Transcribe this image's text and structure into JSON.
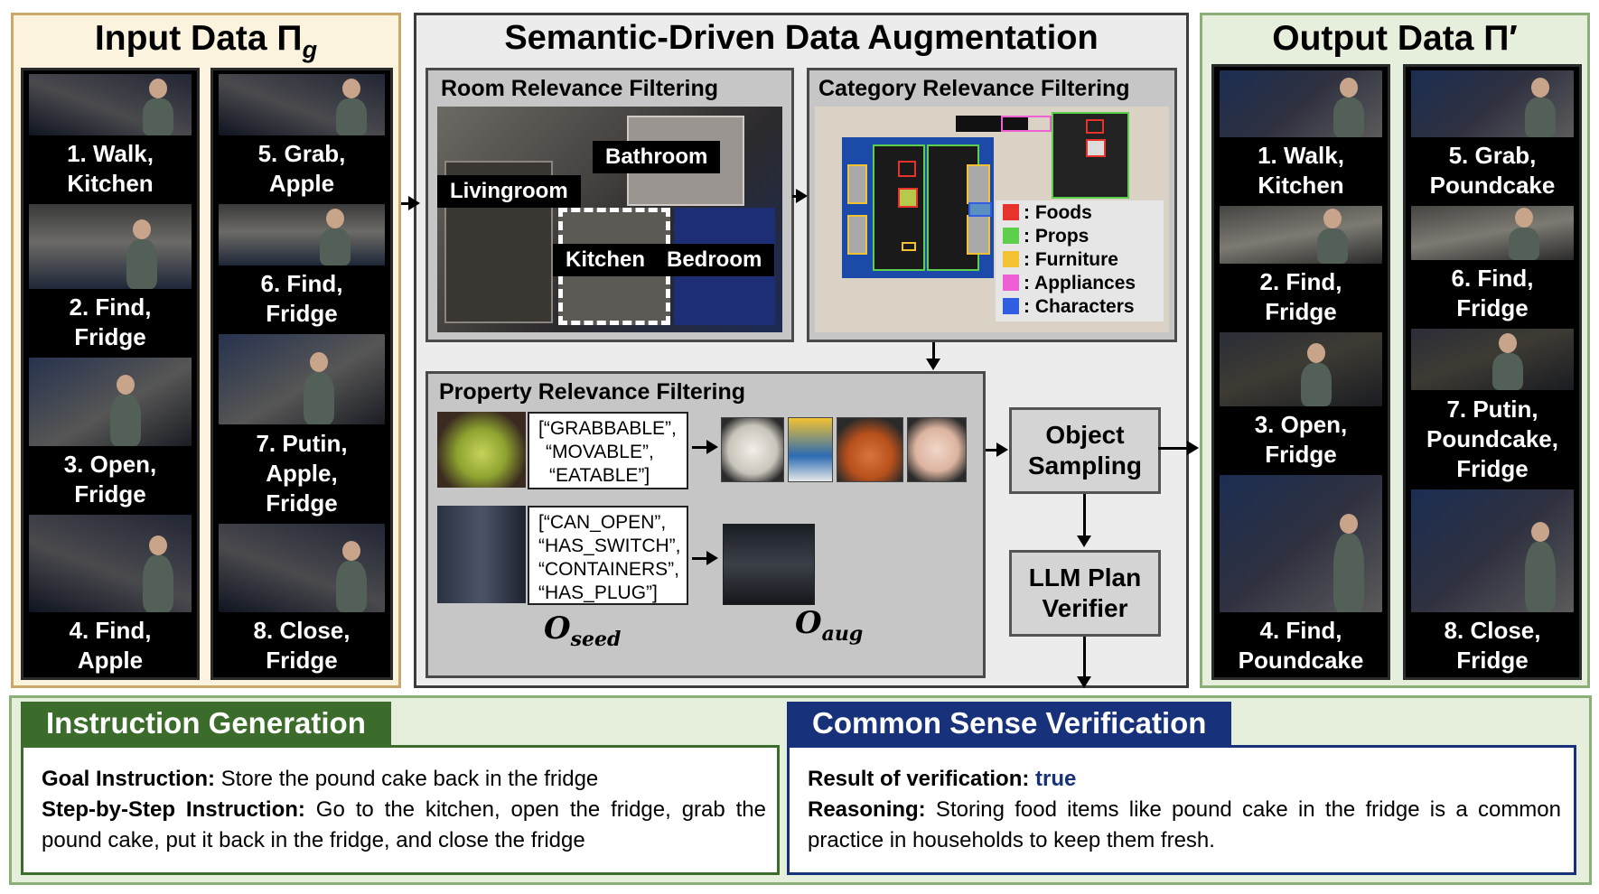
{
  "input": {
    "title": "Input Data Π",
    "title_sub": "g",
    "col1": [
      "1. Walk,\nKitchen",
      "2. Find,\nFridge",
      "3. Open,\nFridge",
      "4. Find,\nApple"
    ],
    "col2": [
      "5. Grab,\nApple",
      "6. Find,\nFridge",
      "7. Putin,\nApple,\nFridge",
      "8. Close,\nFridge"
    ]
  },
  "semantic": {
    "title": "Semantic-Driven Data Augmentation",
    "room": {
      "title": "Room Relevance Filtering",
      "labels": {
        "bathroom": "Bathroom",
        "livingroom": "Livingroom",
        "kitchen": "Kitchen",
        "bedroom": "Bedroom"
      }
    },
    "category": {
      "title": "Category Relevance Filtering",
      "legend": [
        {
          "label": ": Foods",
          "color": "#e8322c"
        },
        {
          "label": ": Props",
          "color": "#5ecf4b"
        },
        {
          "label": ": Furniture",
          "color": "#f2c232"
        },
        {
          "label": ": Appliances",
          "color": "#ef5fd6"
        },
        {
          "label": ": Characters",
          "color": "#2f5fe0"
        }
      ]
    },
    "property": {
      "title": "Property Relevance Filtering",
      "props1": [
        "[“GRABBABLE”,",
        "“MOVABLE”,",
        "“EATABLE”]"
      ],
      "props2": [
        "[“CAN_OPEN”,",
        "“HAS_SWITCH”,",
        "“CONTAINERS”,",
        "“HAS_PLUG”]"
      ],
      "o_seed": "O",
      "o_seed_sub": "seed",
      "o_aug": "O",
      "o_aug_sub": "aug"
    },
    "object_sampling": "Object\nSampling",
    "llm_verifier": "LLM Plan\nVerifier"
  },
  "output": {
    "title": "Output Data Π′",
    "col1": [
      "1. Walk,\nKitchen",
      "2. Find,\nFridge",
      "3. Open,\nFridge",
      "4. Find,\nPoundcake"
    ],
    "col2": [
      "5. Grab,\nPoundcake",
      "6. Find,\nFridge",
      "7. Putin,\nPoundcake,\nFridge",
      "8. Close,\nFridge"
    ]
  },
  "instruction": {
    "title": "Instruction Generation",
    "goal_label": "Goal Instruction:",
    "goal_text": " Store the pound cake back in the fridge",
    "step_label": "Step-by-Step Instruction:",
    "step_text": " Go to the kitchen, open the fridge, grab the pound cake, put it back in the fridge, and close the fridge"
  },
  "verification": {
    "title": "Common Sense Verification",
    "result_label": "Result of verification:",
    "result_value": "true",
    "reason_label": "Reasoning:",
    "reason_text": " Storing food items like pound cake in the fridge is a common practice in households to keep them fresh."
  }
}
